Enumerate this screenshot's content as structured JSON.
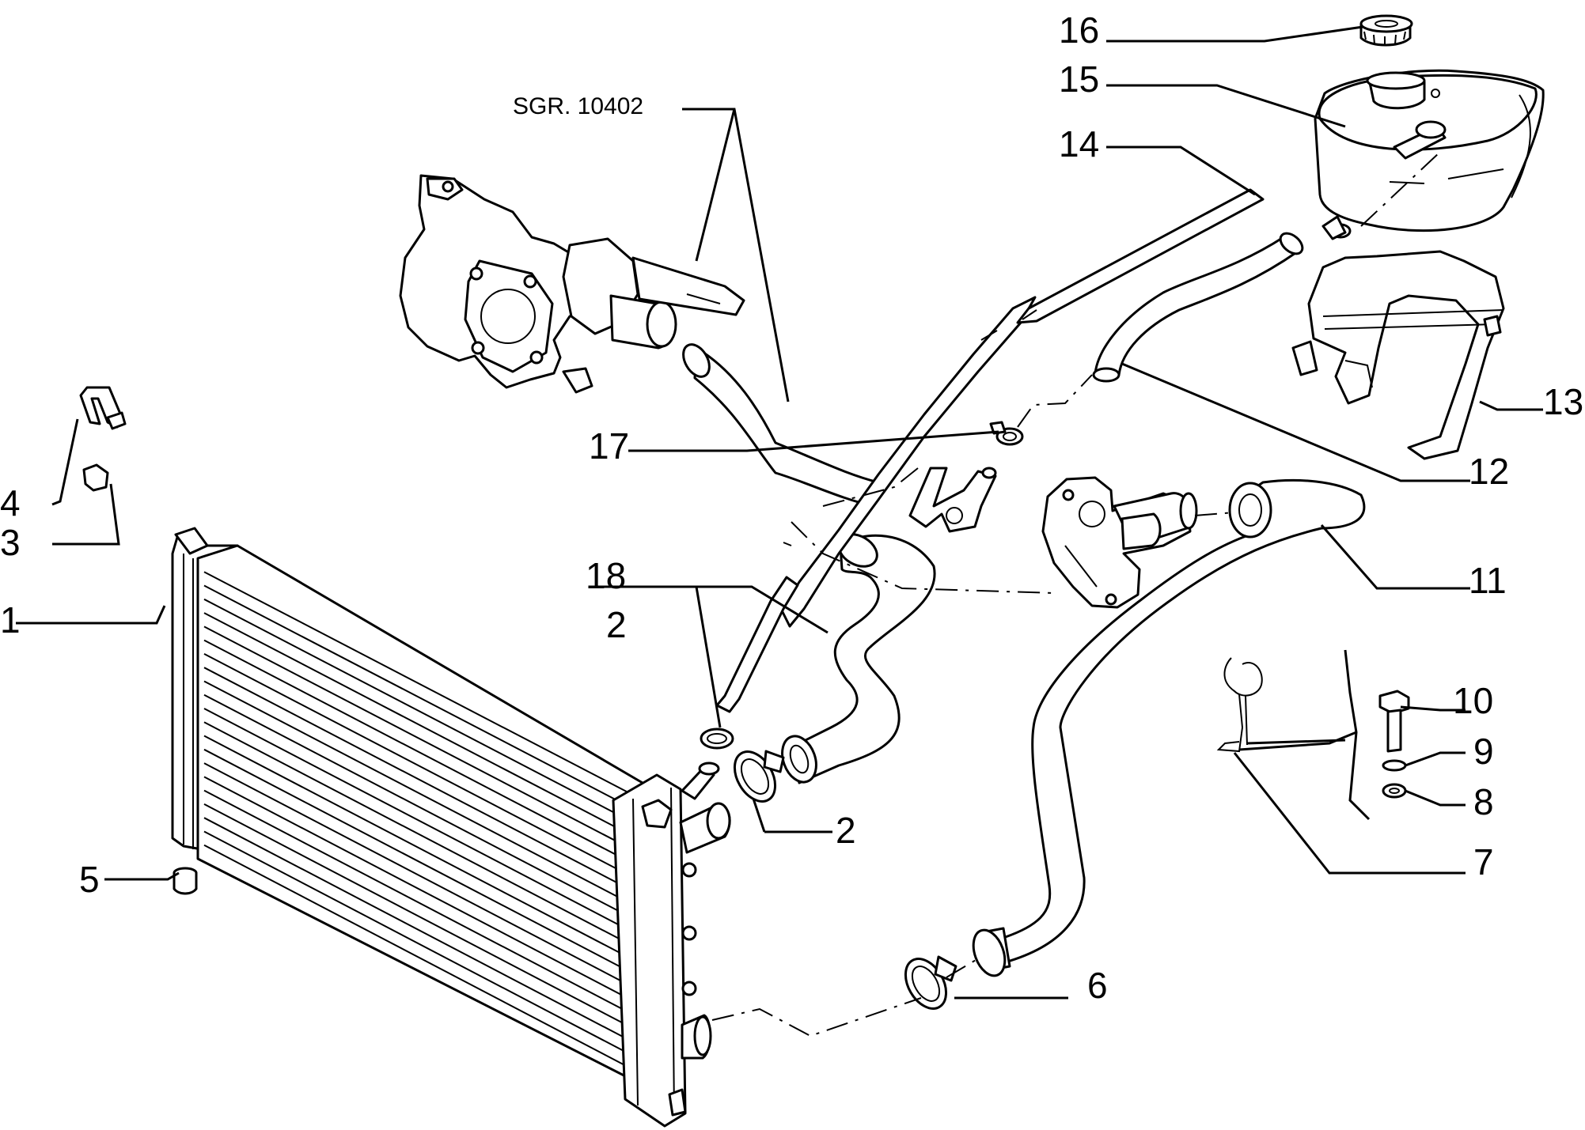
{
  "reference": {
    "text": "SGR. 10402"
  },
  "callouts": [
    {
      "id": "1",
      "label": "1"
    },
    {
      "id": "2a",
      "label": "2"
    },
    {
      "id": "2b",
      "label": "2"
    },
    {
      "id": "3",
      "label": "3"
    },
    {
      "id": "4",
      "label": "4"
    },
    {
      "id": "5",
      "label": "5"
    },
    {
      "id": "6",
      "label": "6"
    },
    {
      "id": "7",
      "label": "7"
    },
    {
      "id": "8",
      "label": "8"
    },
    {
      "id": "9",
      "label": "9"
    },
    {
      "id": "10",
      "label": "10"
    },
    {
      "id": "11",
      "label": "11"
    },
    {
      "id": "12",
      "label": "12"
    },
    {
      "id": "13",
      "label": "13"
    },
    {
      "id": "14",
      "label": "14"
    },
    {
      "id": "15",
      "label": "15"
    },
    {
      "id": "16",
      "label": "16"
    },
    {
      "id": "17",
      "label": "17"
    },
    {
      "id": "18",
      "label": "18"
    }
  ]
}
